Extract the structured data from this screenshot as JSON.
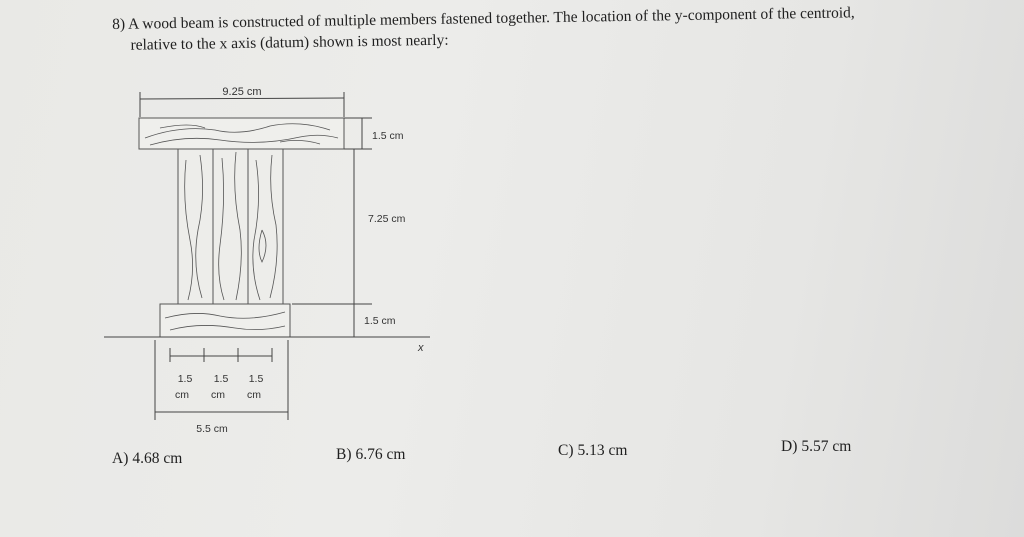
{
  "question": {
    "line1": "8) A wood beam is constructed of multiple members fastened together. The location of the y-component of the centroid,",
    "line2": "relative to the x axis (datum) shown is most nearly:"
  },
  "figure": {
    "top_width": "9.25 cm",
    "top_thickness": "1.5 cm",
    "web_height": "7.25 cm",
    "bottom_thickness": "1.5 cm",
    "x_axis": "x",
    "web_w1": "1.5",
    "web_w2": "1.5",
    "web_w3": "1.5",
    "unit1": "cm",
    "unit2": "cm",
    "unit3": "cm",
    "bottom_width": "5.5 cm"
  },
  "answers": [
    {
      "label": "A)",
      "value": "4.68 cm"
    },
    {
      "label": "B)",
      "value": "6.76 cm"
    },
    {
      "label": "C)",
      "value": "5.13 cm"
    },
    {
      "label": "D)",
      "value": "5.57 cm"
    }
  ]
}
